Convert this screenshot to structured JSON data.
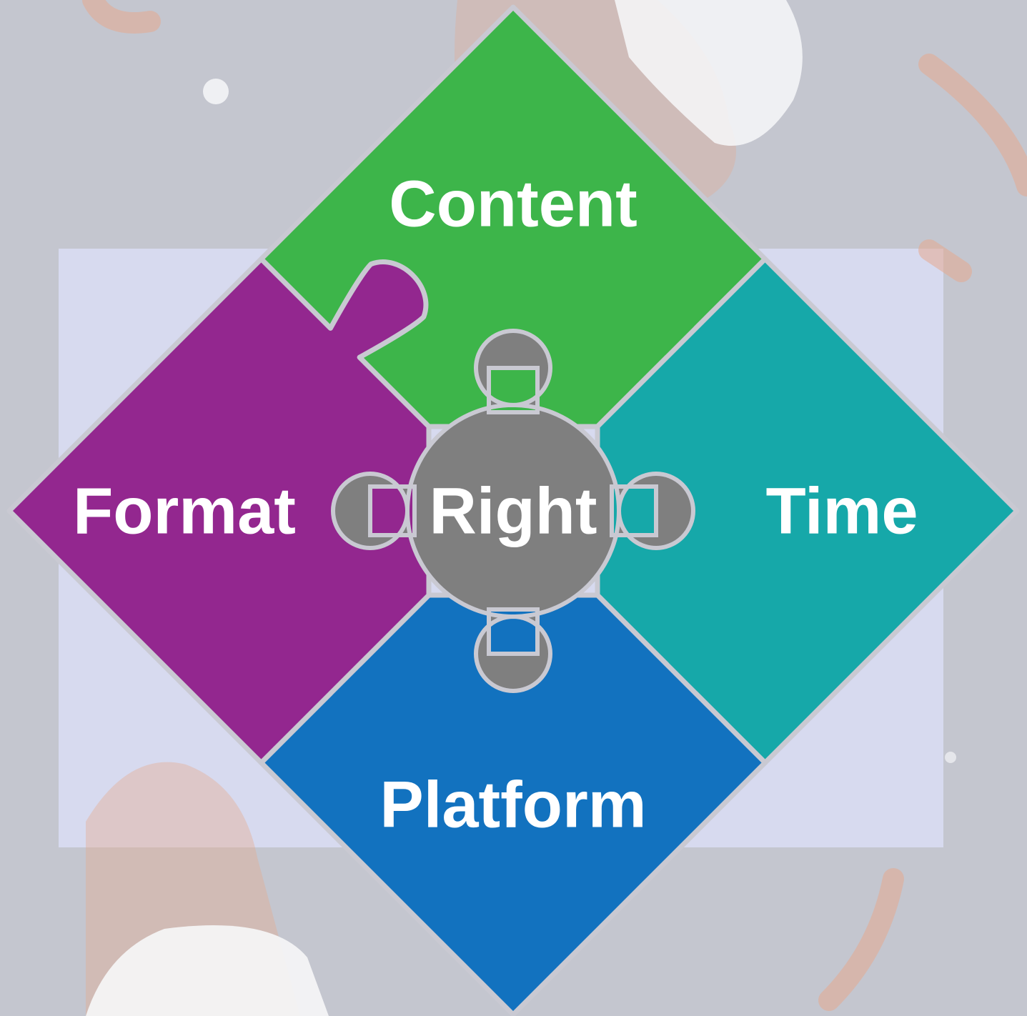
{
  "diagram": {
    "center": {
      "label": "Right",
      "color": "#7f7f7f"
    },
    "pieces": [
      {
        "id": "content",
        "label": "Content",
        "color": "#3db54a"
      },
      {
        "id": "time",
        "label": "Time",
        "color": "#16a8a9"
      },
      {
        "id": "platform",
        "label": "Platform",
        "color": "#1272bf"
      },
      {
        "id": "format",
        "label": "Format",
        "color": "#93278f"
      }
    ],
    "outline_color": "#c9c9d2",
    "background": {
      "base": "#c4c6cf",
      "panel": "#d9dbf2",
      "figure_dark": "#5a5a62",
      "accent": "#e5a98f",
      "light": "#f4f4f6"
    }
  }
}
